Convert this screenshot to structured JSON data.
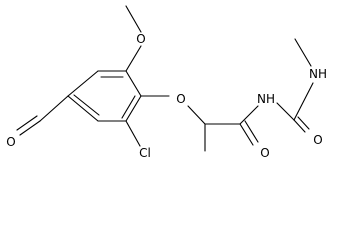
{
  "structure": {
    "atoms": {
      "methoxy_o": "O",
      "aldehyde_o": "O",
      "ether_o": "O",
      "chlorine": "Cl",
      "imide_n": "NH",
      "amine_n": "NH",
      "amide_o": "O",
      "urea_o": "O"
    }
  }
}
